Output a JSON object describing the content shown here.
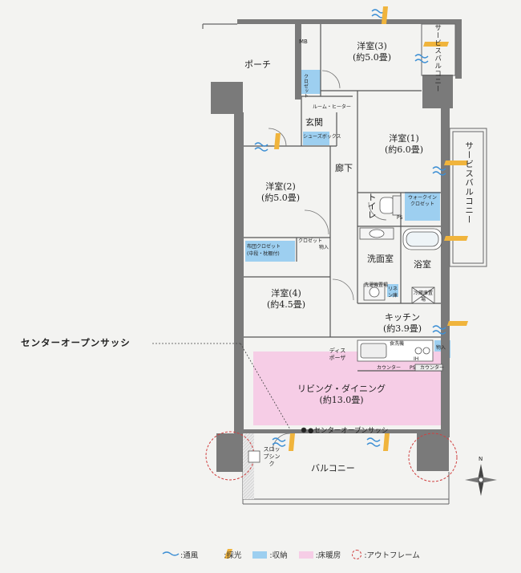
{
  "colors": {
    "wall": "#7a7a7a",
    "storage": "#9dcff0",
    "floor_heating": "#f6cde6",
    "wind": "#3d8fd4",
    "light": "#f0b43c",
    "outframe": "#d04040",
    "line": "#444444"
  },
  "rooms": {
    "porch": "ポーチ",
    "mb": "MB",
    "western3": {
      "name": "洋室(3)",
      "size": "(約5.0畳)"
    },
    "western1": {
      "name": "洋室(1)",
      "size": "(約6.0畳)"
    },
    "western2": {
      "name": "洋室(2)",
      "size": "(約5.0畳)"
    },
    "western4": {
      "name": "洋室(4)",
      "size": "(約4.5畳)"
    },
    "entrance": "玄関",
    "corridor": "廊下",
    "toilet": "トイレ",
    "washroom": "洗面室",
    "bath": "浴室",
    "kitchen": {
      "name": "キッチン",
      "size": "(約3.9畳)"
    },
    "living": {
      "name": "リビング・ダイニング",
      "size": "(約13.0畳)"
    },
    "balcony": "バルコニー",
    "service_balcony_top": "サービスバルコニー",
    "service_balcony_right": "サービスバルコニー"
  },
  "small_labels": {
    "closet_entry": "クロゼット",
    "shoe_box": "シューズボックス",
    "room_heater": "ルーム・ヒーター",
    "walkin": "ウォークイン クロゼット",
    "ps_toilet": "PS",
    "futon_closet": "布団クロゼット",
    "futon_sub": "(中段・枕棚付)",
    "closet_w4": "クロゼット",
    "storage_w4": "物入",
    "washer": "洗濯機置場",
    "linen": "リネン庫",
    "fridge": "冷蔵庫置場",
    "storage_kitchen": "物入",
    "disposer": "ディスポーザ",
    "counter_left": "カウンター",
    "counter_right": "カウンター",
    "ps_counter": "PS",
    "slop_sink": "スロップシンク",
    "hob": "IH",
    "dish": "食洗機"
  },
  "callouts": {
    "center_open_sash": "センターオープンサッシ",
    "center_open_sash_inline": "●センターオープンサッシ"
  },
  "legend": [
    {
      "label": ":通風",
      "icon": "wind-icon"
    },
    {
      "label": ":採光",
      "icon": "light-icon"
    },
    {
      "label": ":収納",
      "icon": "storage-swatch"
    },
    {
      "label": ":床暖房",
      "icon": "floor-heating-swatch"
    },
    {
      "label": ":アウトフレーム",
      "icon": "outframe-icon"
    }
  ],
  "compass": {
    "north": "N"
  }
}
